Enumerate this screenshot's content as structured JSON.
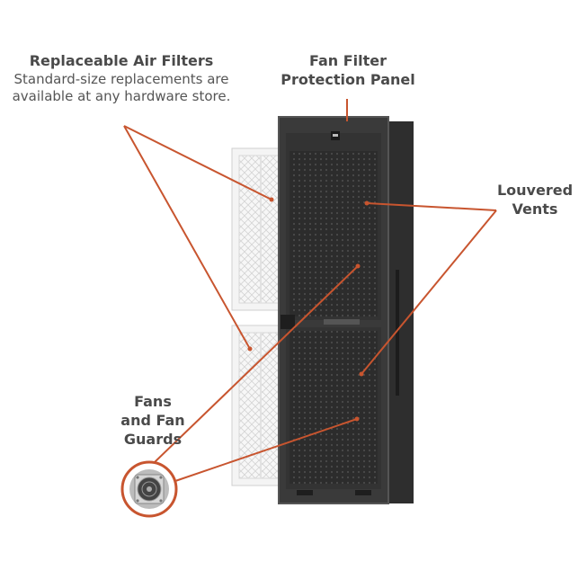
{
  "labels": {
    "air_filters": {
      "title": "Replaceable Air Filters",
      "line1": "Standard-size replacements are",
      "line2": "available at any hardware store."
    },
    "panel": {
      "line1": "Fan Filter",
      "line2": "Protection Panel"
    },
    "vents": {
      "line1": "Louvered",
      "line2": "Vents"
    },
    "fans": {
      "line1": "Fans",
      "line2": "and Fan",
      "line3": "Guards"
    }
  },
  "colors": {
    "callout_line": "#c8552f",
    "cabinet": "#3a3a3a",
    "cabinet_edge": "#555555",
    "mesh": "#2a2a2a",
    "filter_frame": "#f4f4f4",
    "filter_pleat": "#dcdcdc"
  },
  "icons": [
    "fan-guard-icon",
    "lock-badge-icon"
  ]
}
